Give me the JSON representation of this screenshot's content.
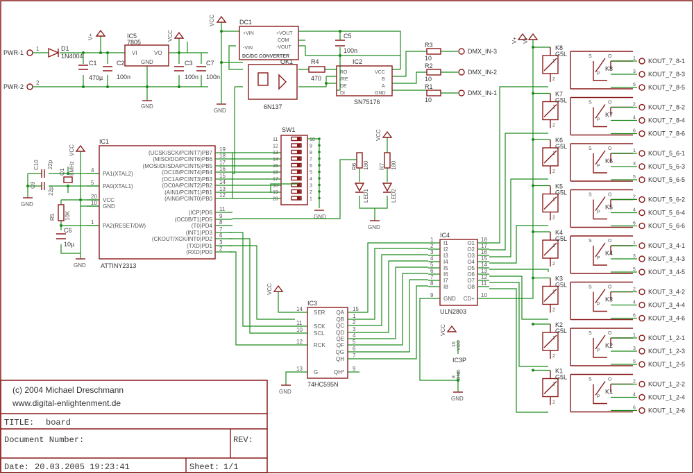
{
  "colors": {
    "wire": "#1a8a1a",
    "part": "#8a1a1a",
    "text": "#333333"
  },
  "power_input": {
    "pwr1": "PWR-1",
    "pwr2": "PWR-2",
    "pin1": "1",
    "pin2": "2"
  },
  "d1": {
    "name": "D1",
    "value": "1N4004"
  },
  "c1": {
    "name": "C1",
    "value": "470µ"
  },
  "c2": {
    "name": "C2",
    "value": "100n"
  },
  "c3": {
    "name": "C3",
    "value": "100n"
  },
  "c5": {
    "name": "C5",
    "value": "100n"
  },
  "c6": {
    "name": "C6",
    "value": "10µ"
  },
  "c7": {
    "name": "C7",
    "value": "100n"
  },
  "c9": {
    "name": "C9",
    "value": "22p"
  },
  "c10": {
    "name": "C10",
    "value": "22p"
  },
  "ic5": {
    "name": "IC5",
    "value": "7805",
    "vi": "VI",
    "vo": "VO",
    "gnd": "GND"
  },
  "dc1": {
    "name": "DC1",
    "label": "DC/DC CONVERTER",
    "pins": [
      "+VIN",
      "-VIN",
      "+VOUT",
      "COM",
      "-VOUT"
    ]
  },
  "ok1": {
    "name": "OK1",
    "value": "6N137"
  },
  "r4": {
    "name": "R4",
    "value": "470"
  },
  "ic2": {
    "name": "IC2",
    "value": "SN75176",
    "left_pins": [
      "RO",
      "/RE",
      "DE",
      "DI"
    ],
    "right_pins": [
      "VCC",
      "B",
      "A",
      "GND"
    ]
  },
  "dmx_resistors": [
    {
      "name": "R3",
      "value": "10",
      "net": "DMX_IN-3"
    },
    {
      "name": "R2",
      "value": "10",
      "net": "DMX_IN-2"
    },
    {
      "name": "R1",
      "value": "10",
      "net": "DMX_IN-1"
    }
  ],
  "ic1": {
    "name": "IC1",
    "value": "ATTINY2313",
    "left_pins": [
      {
        "num": "4",
        "label": "PA1(XTAL2)"
      },
      {
        "num": "5",
        "label": "PA0(XTAL1)"
      },
      {
        "num": "20",
        "label": "VCC"
      },
      {
        "num": "10",
        "label": "GND"
      },
      {
        "num": "1",
        "label": "PA2(RESET/DW)"
      }
    ],
    "right_pins": [
      {
        "num": "19",
        "label": "(UCSK/SCK/PCINT7)PB7"
      },
      {
        "num": "18",
        "label": "(MISO/DO/PCINT6)PB6"
      },
      {
        "num": "17",
        "label": "(MOSI/DI/SDA/PCINT5)PB5"
      },
      {
        "num": "16",
        "label": "(OC1B/PCINT4)PB4"
      },
      {
        "num": "15",
        "label": "(OC1A/PCINT3)PB3"
      },
      {
        "num": "14",
        "label": "(OC0A/PCINT2)PB2"
      },
      {
        "num": "13",
        "label": "(AIN1/PCINT1)PB1"
      },
      {
        "num": "12",
        "label": "(AIN0/PCINT0)PB0"
      },
      {
        "num": "11",
        "label": "(ICP)PD6"
      },
      {
        "num": "9",
        "label": "(OC0B/T1)PD5"
      },
      {
        "num": "8",
        "label": "(T0)PD4"
      },
      {
        "num": "7",
        "label": "(INT1)PD3"
      },
      {
        "num": "6",
        "label": "(CKOUT/XCK/INT0)PD2"
      },
      {
        "num": "3",
        "label": "(TXD)PD1"
      },
      {
        "num": "2",
        "label": "(RXD)PD0"
      }
    ]
  },
  "q1": {
    "name": "Q1",
    "value": "8MHz"
  },
  "r5": {
    "name": "R5",
    "value": "10K"
  },
  "sw1": {
    "name": "SW1",
    "pins_left": [
      "11",
      "12",
      "13",
      "14",
      "15",
      "16",
      "17",
      "18",
      "19",
      "20"
    ],
    "pins_right": [
      "10",
      "9",
      "8",
      "7",
      "6",
      "5",
      "4",
      "3",
      "2",
      "1"
    ]
  },
  "r6": {
    "name": "R6",
    "value": "180"
  },
  "r7": {
    "name": "R7",
    "value": "180"
  },
  "led1": {
    "name": "LED1"
  },
  "led2": {
    "name": "LED2"
  },
  "ic3": {
    "name": "IC3",
    "value": "74HC595N",
    "left_pins": [
      {
        "num": "14",
        "label": "SER"
      },
      {
        "num": "11",
        "label": "SCK"
      },
      {
        "num": "10",
        "label": "SCL"
      },
      {
        "num": "12",
        "label": "RCK"
      },
      {
        "num": "13",
        "label": "G"
      }
    ],
    "right_pins": [
      {
        "num": "15",
        "label": "QA"
      },
      {
        "num": "1",
        "label": "QB"
      },
      {
        "num": "2",
        "label": "QC"
      },
      {
        "num": "3",
        "label": "QD"
      },
      {
        "num": "4",
        "label": "QE"
      },
      {
        "num": "5",
        "label": "QF"
      },
      {
        "num": "6",
        "label": "QG"
      },
      {
        "num": "7",
        "label": "QH"
      },
      {
        "num": "9",
        "label": "QH*"
      }
    ]
  },
  "ic4": {
    "name": "IC4",
    "value": "ULN2803",
    "left_pins": [
      {
        "num": "1",
        "label": "I1"
      },
      {
        "num": "2",
        "label": "I2"
      },
      {
        "num": "3",
        "label": "I3"
      },
      {
        "num": "4",
        "label": "I4"
      },
      {
        "num": "5",
        "label": "I5"
      },
      {
        "num": "6",
        "label": "I6"
      },
      {
        "num": "7",
        "label": "I7"
      },
      {
        "num": "8",
        "label": "I8"
      },
      {
        "num": "9",
        "label": "GND"
      }
    ],
    "right_pins": [
      {
        "num": "18",
        "label": "O1"
      },
      {
        "num": "17",
        "label": "O2"
      },
      {
        "num": "16",
        "label": "O3"
      },
      {
        "num": "15",
        "label": "O4"
      },
      {
        "num": "14",
        "label": "O5"
      },
      {
        "num": "13",
        "label": "O6"
      },
      {
        "num": "12",
        "label": "O7"
      },
      {
        "num": "11",
        "label": "O8"
      },
      {
        "num": "10",
        "label": "CD+"
      }
    ]
  },
  "ic3p": {
    "name": "IC3P",
    "vcc": "VCC",
    "gnd": "GND",
    "pin16": "16",
    "pin8": "8"
  },
  "relays": [
    {
      "name": "K8",
      "value": "G5L",
      "outputs": [
        "KOUT_7_8-1",
        "KOUT_7_8-3",
        "KOUT_7_8-5"
      ]
    },
    {
      "name": "K7",
      "value": "G5L",
      "outputs": [
        "KOUT_7_8-2",
        "KOUT_7_8-4",
        "KOUT_7_8-6"
      ]
    },
    {
      "name": "K6",
      "value": "G5L",
      "outputs": [
        "KOUT_5_6-1",
        "KOUT_5_6-3",
        "KOUT_5_6-5"
      ]
    },
    {
      "name": "K5",
      "value": "G5L",
      "outputs": [
        "KOUT_5_6-2",
        "KOUT_5_6-4",
        "KOUT_5_6-6"
      ]
    },
    {
      "name": "K4",
      "value": "G5L",
      "outputs": [
        "KOUT_3_4-1",
        "KOUT_3_4-3",
        "KOUT_3_4-5"
      ]
    },
    {
      "name": "K3",
      "value": "G5L",
      "outputs": [
        "KOUT_3_4-2",
        "KOUT_3_4-4",
        "KOUT_3_4-6"
      ]
    },
    {
      "name": "K2",
      "value": "G5L",
      "outputs": [
        "KOUT_1_2-1",
        "KOUT_1_2-3",
        "KOUT_1_2-5"
      ]
    },
    {
      "name": "K1",
      "value": "G5L",
      "outputs": [
        "KOUT_1_2-2",
        "KOUT_1_2-4",
        "KOUT_1_2-6"
      ]
    }
  ],
  "relay_terms": {
    "s": "S",
    "o": "O",
    "p": "P",
    "coil1": "1",
    "coil2": "2"
  },
  "net_labels": {
    "vcc": "VCC",
    "vplus": "V+",
    "gnd": "GND"
  },
  "title_block": {
    "copyright": "(c) 2004 Michael Dreschmann",
    "website": "www.digital-enlightenment.de",
    "title_label": "TITLE:",
    "title_value": "board",
    "docnum_label": "Document Number:",
    "rev_label": "REV:",
    "date_label": "Date:",
    "date_value": "20.03.2005 19:23:41",
    "sheet_label": "Sheet:",
    "sheet_value": "1/1"
  }
}
